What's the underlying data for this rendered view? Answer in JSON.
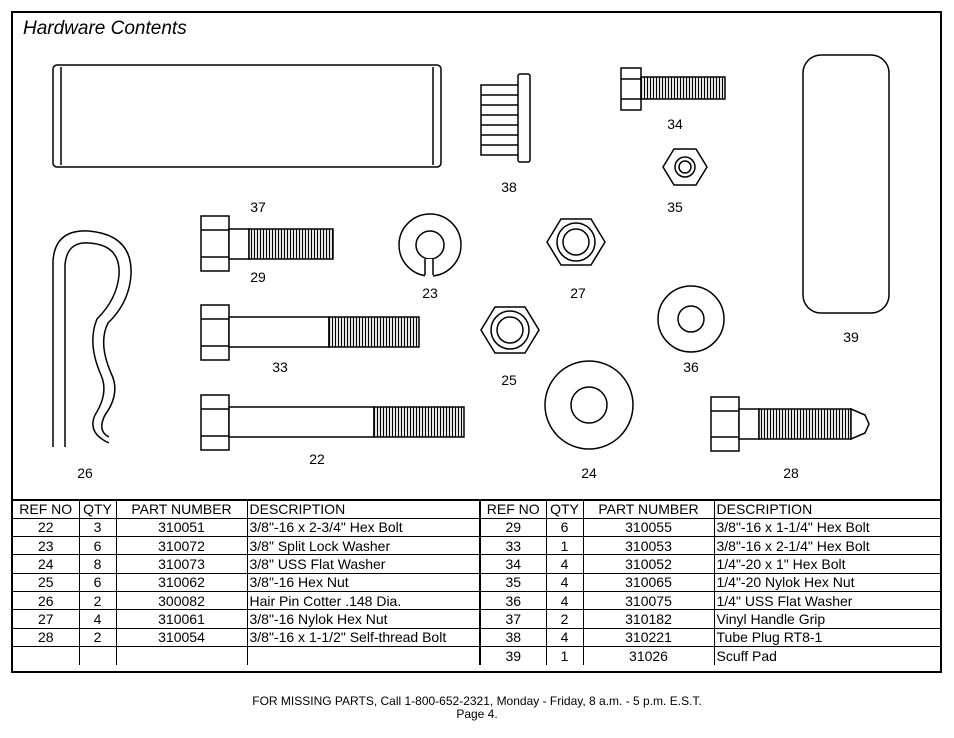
{
  "title": "Hardware Contents",
  "part_labels": {
    "p37": "37",
    "p38": "38",
    "p34": "34",
    "p35": "35",
    "p39": "39",
    "p29": "29",
    "p23": "23",
    "p27": "27",
    "p33": "33",
    "p25": "25",
    "p36": "36",
    "p26": "26",
    "p22": "22",
    "p24": "24",
    "p28": "28"
  },
  "table": {
    "headers": [
      "REF NO",
      "QTY",
      "PART NUMBER",
      "DESCRIPTION"
    ],
    "left": [
      {
        "ref": "22",
        "qty": "3",
        "part": "310051",
        "desc": "3/8\"-16 x 2-3/4\" Hex Bolt"
      },
      {
        "ref": "23",
        "qty": "6",
        "part": "310072",
        "desc": "3/8\" Split Lock Washer"
      },
      {
        "ref": "24",
        "qty": "8",
        "part": "310073",
        "desc": "3/8\" USS Flat Washer"
      },
      {
        "ref": "25",
        "qty": "6",
        "part": "310062",
        "desc": "3/8\"-16 Hex Nut"
      },
      {
        "ref": "26",
        "qty": "2",
        "part": "300082",
        "desc": "Hair Pin Cotter .148 Dia."
      },
      {
        "ref": "27",
        "qty": "4",
        "part": "310061",
        "desc": "3/8\"-16 Nylok Hex Nut"
      },
      {
        "ref": "28",
        "qty": "2",
        "part": "310054",
        "desc": "3/8\"-16 x 1-1/2\" Self-thread Bolt"
      }
    ],
    "right": [
      {
        "ref": "29",
        "qty": "6",
        "part": "310055",
        "desc": "3/8\"-16 x 1-1/4\" Hex Bolt"
      },
      {
        "ref": "33",
        "qty": "1",
        "part": "310053",
        "desc": "3/8\"-16 x 2-1/4\" Hex Bolt"
      },
      {
        "ref": "34",
        "qty": "4",
        "part": "310052",
        "desc": "1/4\"-20 x 1\" Hex Bolt"
      },
      {
        "ref": "35",
        "qty": "4",
        "part": "310065",
        "desc": "1/4\"-20 Nylok Hex Nut"
      },
      {
        "ref": "36",
        "qty": "4",
        "part": "310075",
        "desc": "1/4\" USS Flat Washer"
      },
      {
        "ref": "37",
        "qty": "2",
        "part": "310182",
        "desc": "Vinyl Handle Grip"
      },
      {
        "ref": "38",
        "qty": "4",
        "part": "310221",
        "desc": "Tube Plug RT8-1"
      },
      {
        "ref": "39",
        "qty": "1",
        "part": "31026",
        "desc": "Scuff Pad"
      }
    ]
  },
  "footer": {
    "line1": "FOR MISSING PARTS, Call 1-800-652-2321, Monday - Friday, 8 a.m. - 5 p.m. E.S.T.",
    "line2": "Page 4."
  }
}
